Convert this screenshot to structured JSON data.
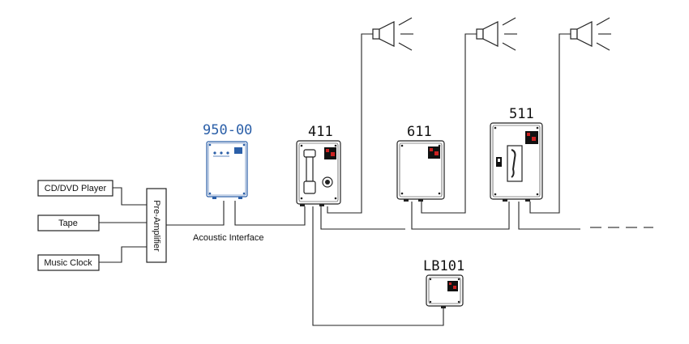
{
  "sources": {
    "cd_dvd": "CD/DVD Player",
    "tape": "Tape",
    "music_clock": "Music Clock"
  },
  "preamp_label": "Pre-Amplifier",
  "interface_model": "950-00",
  "interface_caption": "Acoustic Interface",
  "devices": {
    "d411": "411",
    "d611": "611",
    "d511": "511",
    "lb101": "LB101"
  },
  "colors": {
    "line": "#222222",
    "interface_blue": "#2b5fa8",
    "panel_red": "#cc2222"
  }
}
